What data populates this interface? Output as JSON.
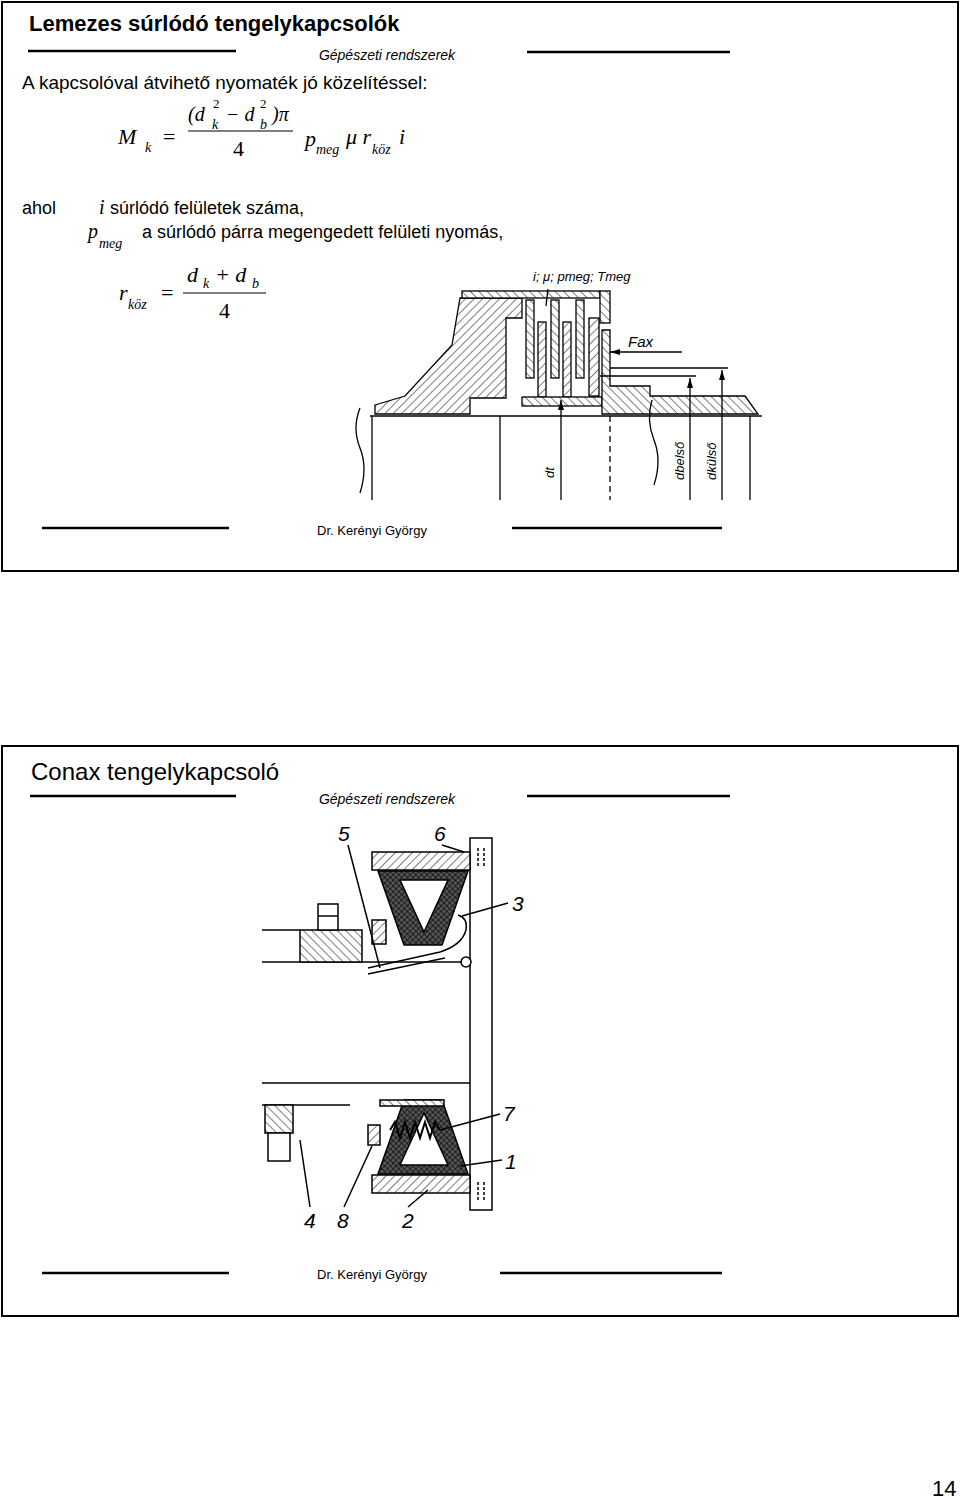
{
  "diagram": {
    "nodes": [
      {
        "text": [
          "Lemezes súrlódó tengelykapcsolók",
          "Gépészeti rendszerek",
          "Dr. Kerényi György"
        ]
      },
      {
        "text": [
          "Conax tengelykapcsoló",
          "Gépészeti rendszerek",
          "Dr. Kerényi György"
        ]
      }
    ],
    "labels": [
      "A kapcsolóval átvihető nyomaték jó közelítéssel:",
      "M",
      "k",
      "=",
      "(d",
      "2",
      "k",
      "− d",
      "2",
      "b",
      ")π",
      "4",
      "p",
      "meg",
      "μ r",
      "köz",
      "i",
      "ahol",
      "i",
      "súrlódó felületek száma,",
      "p",
      "meg",
      "a súrlódó párra megengedett felületi nyomás,",
      "r",
      "köz",
      "=",
      "d",
      "k",
      "+ d",
      "b",
      "4",
      "i; μ; pmeg; Tmeg",
      "Fax",
      "dt",
      "dbelső",
      "dkülső",
      "5",
      "6",
      "3",
      "7",
      "1",
      "4",
      "8",
      "2",
      "14"
    ]
  }
}
